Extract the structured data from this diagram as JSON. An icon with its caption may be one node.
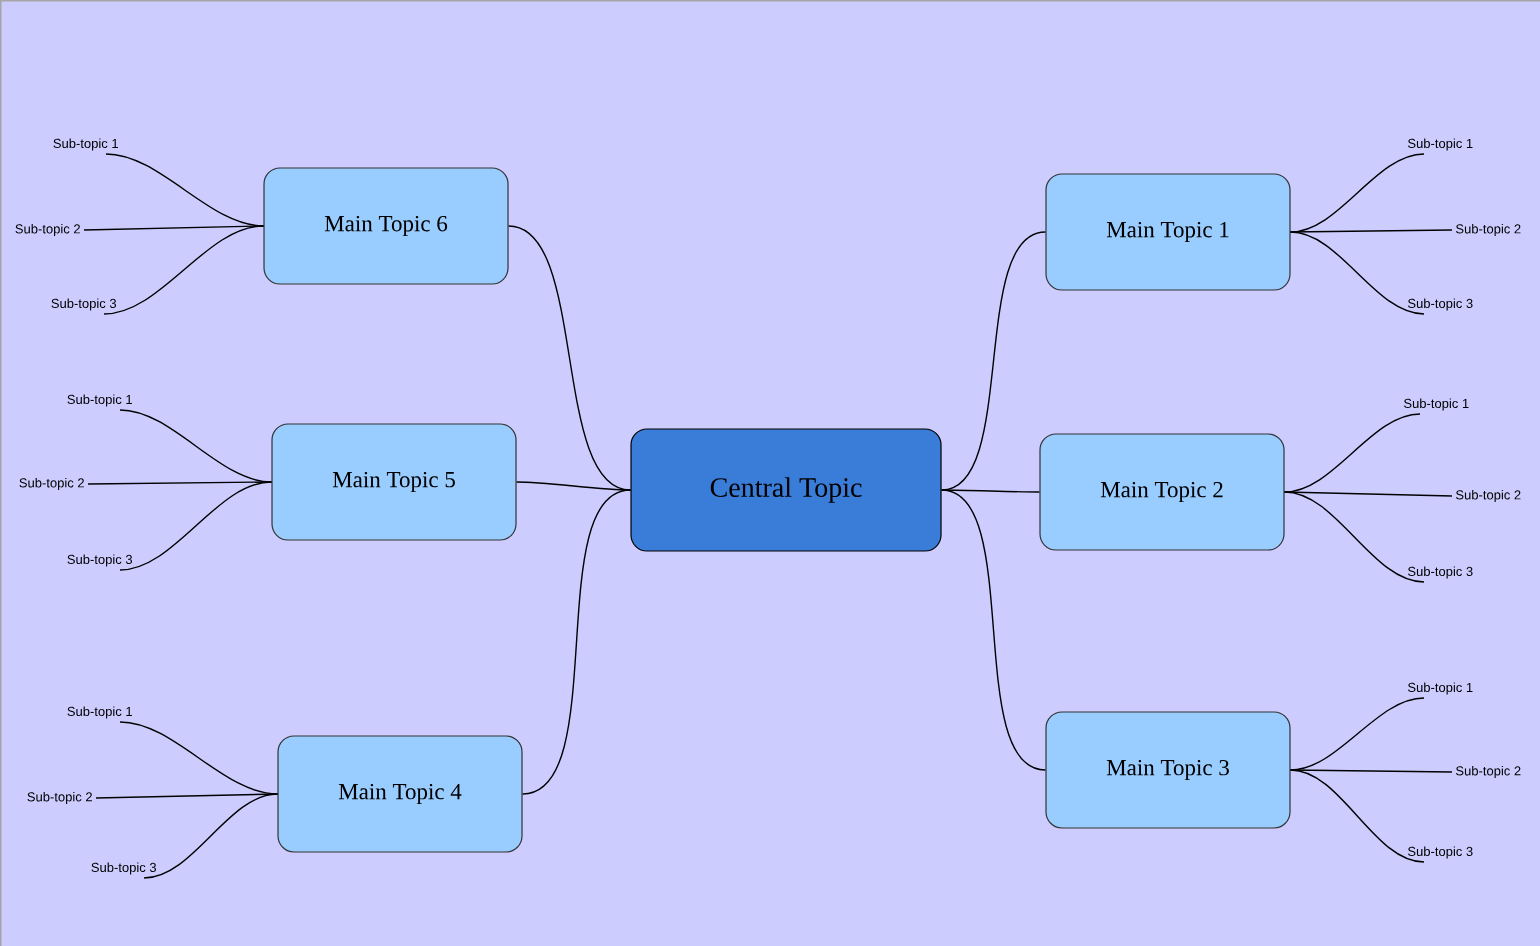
{
  "diagram": {
    "nodes": [
      {
        "text": [
          "Central Topic"
        ]
      },
      {
        "text": [
          "Main Topic  1"
        ]
      },
      {
        "text": [
          "Main Topic  2"
        ]
      },
      {
        "text": [
          "Main Topic  3"
        ]
      },
      {
        "text": [
          "Main Topic  4"
        ]
      },
      {
        "text": [
          "Main Topic 5"
        ]
      },
      {
        "text": [
          "Main Topic 6"
        ]
      },
      {
        "text": [
          "Sub-topic 1"
        ]
      },
      {
        "text": [
          "Sub-topic 2"
        ]
      },
      {
        "text": [
          "Sub-topic 3"
        ]
      },
      {
        "text": [
          "Sub-topic 1"
        ]
      },
      {
        "text": [
          "Sub-topic 2"
        ]
      },
      {
        "text": [
          "Sub-topic 3"
        ]
      },
      {
        "text": [
          "Sub-topic 1"
        ]
      },
      {
        "text": [
          "Sub-topic 2"
        ]
      },
      {
        "text": [
          "Sub-topic 3"
        ]
      },
      {
        "text": [
          "Sub-topic 1"
        ]
      },
      {
        "text": [
          "Sub-topic 2"
        ]
      },
      {
        "text": [
          "Sub-topic 3"
        ]
      },
      {
        "text": [
          "Sub-topic 1"
        ]
      },
      {
        "text": [
          "Sub-topic 2"
        ]
      },
      {
        "text": [
          "Sub-topic 3"
        ]
      },
      {
        "text": [
          "Sub-topic 1"
        ]
      },
      {
        "text": [
          "Sub-topic 2"
        ]
      },
      {
        "text": [
          "Sub-topic 3"
        ]
      }
    ],
    "edges": [
      {
        "from": 0,
        "to": 1,
        "arrow": "none"
      },
      {
        "from": 0,
        "to": 2,
        "arrow": "none"
      },
      {
        "from": 0,
        "to": 3,
        "arrow": "none"
      },
      {
        "from": 0,
        "to": 4,
        "arrow": "none"
      },
      {
        "from": 0,
        "to": 5,
        "arrow": "none"
      },
      {
        "from": 0,
        "to": 6,
        "arrow": "none"
      },
      {
        "from": 1,
        "to": 7,
        "arrow": "none"
      },
      {
        "from": 1,
        "to": 8,
        "arrow": "none"
      },
      {
        "from": 1,
        "to": 9,
        "arrow": "none"
      },
      {
        "from": 2,
        "to": 10,
        "arrow": "none"
      },
      {
        "from": 2,
        "to": 11,
        "arrow": "none"
      },
      {
        "from": 2,
        "to": 12,
        "arrow": "none"
      },
      {
        "from": 3,
        "to": 13,
        "arrow": "none"
      },
      {
        "from": 3,
        "to": 14,
        "arrow": "none"
      },
      {
        "from": 3,
        "to": 15,
        "arrow": "none"
      },
      {
        "from": 4,
        "to": 16,
        "arrow": "none"
      },
      {
        "from": 4,
        "to": 17,
        "arrow": "none"
      },
      {
        "from": 4,
        "to": 18,
        "arrow": "none"
      },
      {
        "from": 5,
        "to": 19,
        "arrow": "none"
      },
      {
        "from": 5,
        "to": 20,
        "arrow": "none"
      },
      {
        "from": 5,
        "to": 21,
        "arrow": "none"
      },
      {
        "from": 6,
        "to": 22,
        "arrow": "none"
      },
      {
        "from": 6,
        "to": 23,
        "arrow": "none"
      },
      {
        "from": 6,
        "to": 24,
        "arrow": "none"
      }
    ]
  }
}
